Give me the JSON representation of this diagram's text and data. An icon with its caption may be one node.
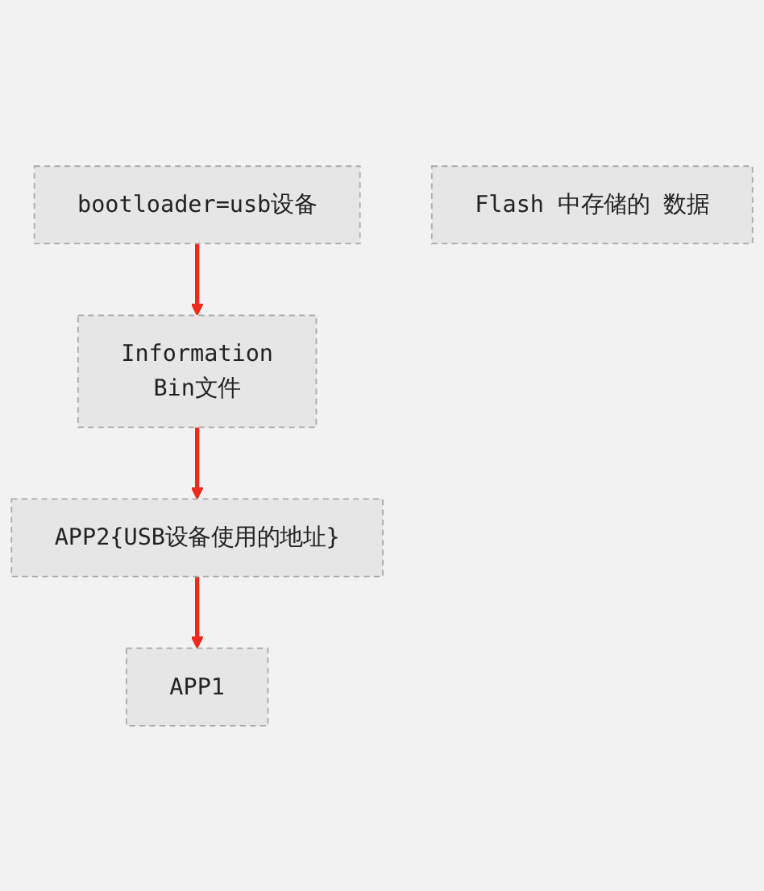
{
  "diagram": {
    "nodes": [
      {
        "text": [
          "bootloader=usb设备"
        ]
      },
      {
        "text": [
          "APP1"
        ]
      },
      {
        "text": [
          "APP2{USB设备使用的地址}"
        ]
      },
      {
        "text": [
          "Flash 中存储的 数据"
        ]
      },
      {
        "text": [
          "Information",
          "Bin文件"
        ]
      }
    ],
    "edges": [
      {
        "from": 0,
        "to": 4,
        "arrow": "to"
      },
      {
        "from": 2,
        "to": 1,
        "arrow": "to"
      },
      {
        "from": 4,
        "to": 2,
        "arrow": "to"
      }
    ]
  }
}
